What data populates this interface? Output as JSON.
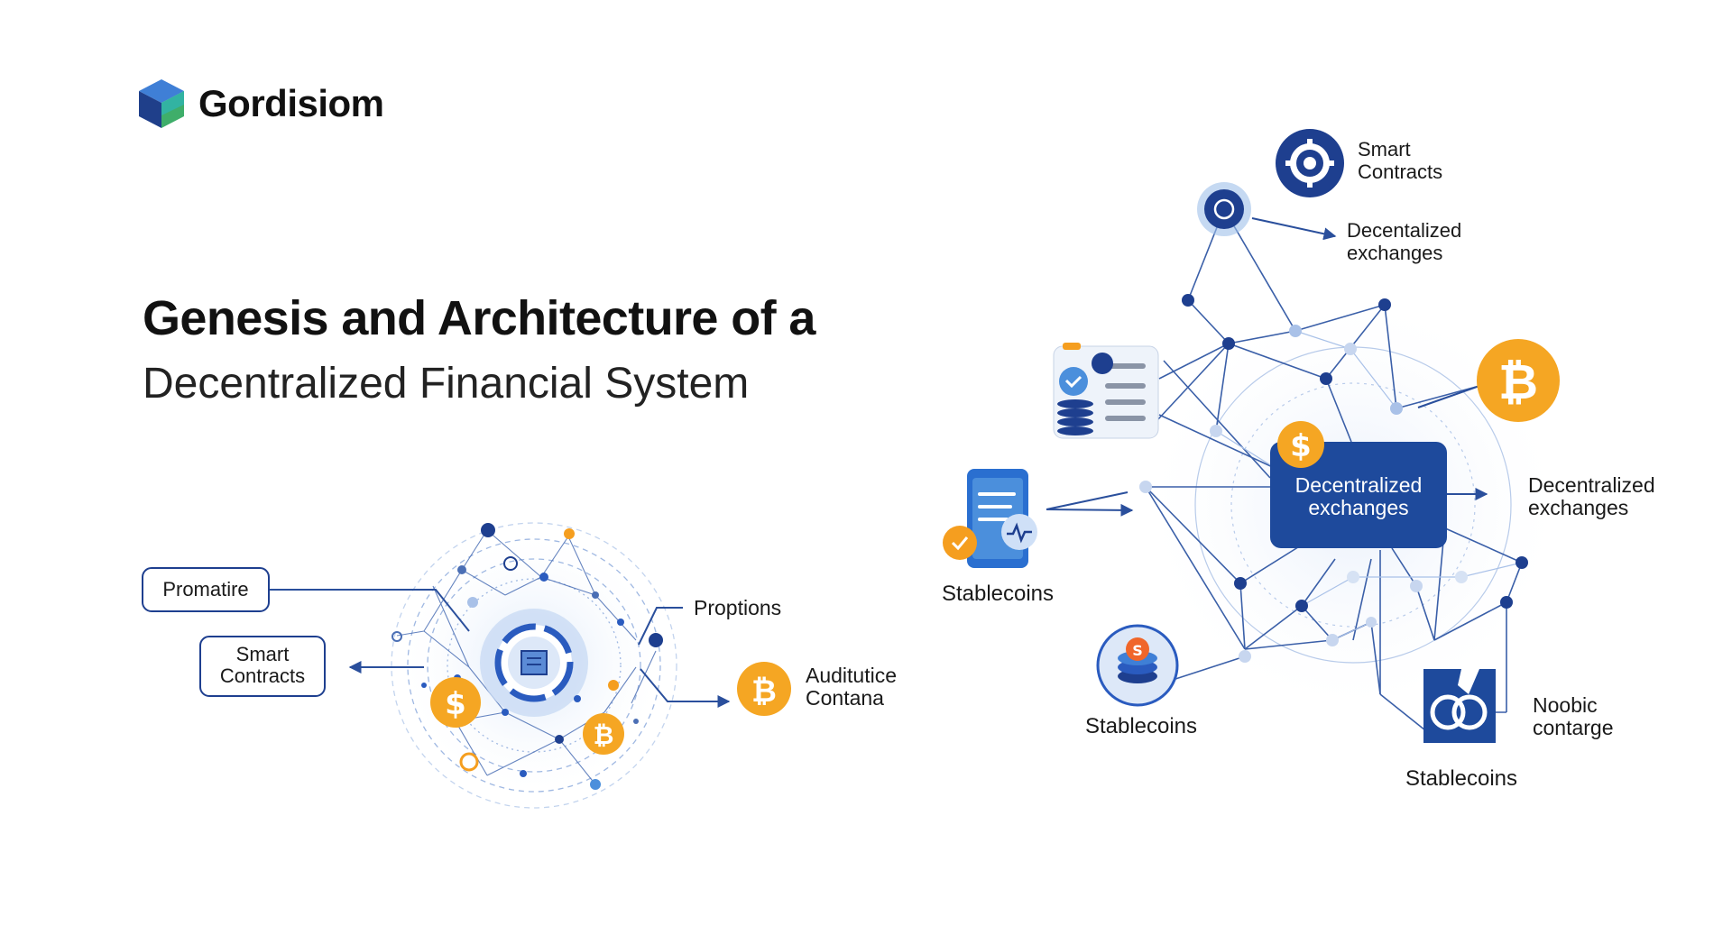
{
  "brand": {
    "name": "Gordisiom"
  },
  "title": {
    "line1": "Genesis and Architecture of a",
    "line2": "Decentralized Financial System"
  },
  "left_cluster": {
    "promatire": "Promatire",
    "smart_contracts": [
      "Smart",
      "Contracts"
    ],
    "proptions": "Proptions",
    "auditutice": [
      "Auditutice",
      "Contana"
    ],
    "coin_symbols": {
      "dollar": "$",
      "bitcoin": "₿"
    }
  },
  "right_network": {
    "smart_contracts": [
      "Smart",
      "Contracts"
    ],
    "dex_top": [
      "Decentalized",
      "exchanges"
    ],
    "dex_center": [
      "Decentralized",
      "exchanges"
    ],
    "dex_right": [
      "Decentralized",
      "exchanges"
    ],
    "stablecoins_left": "Stablecoins",
    "stablecoins_bottom": "Stablecoins",
    "stablecoins_bottom_right": "Stablecoins",
    "noobic": [
      "Noobic",
      "contarge"
    ],
    "coin_symbols": {
      "dollar": "$",
      "bitcoin": "₿",
      "s": "S"
    }
  },
  "colors": {
    "navy": "#1e3f8f",
    "blue": "#2a5bbf",
    "orange": "#f59e1f",
    "light_blue": "#a9c1e8",
    "line": "#3a5fa8"
  }
}
